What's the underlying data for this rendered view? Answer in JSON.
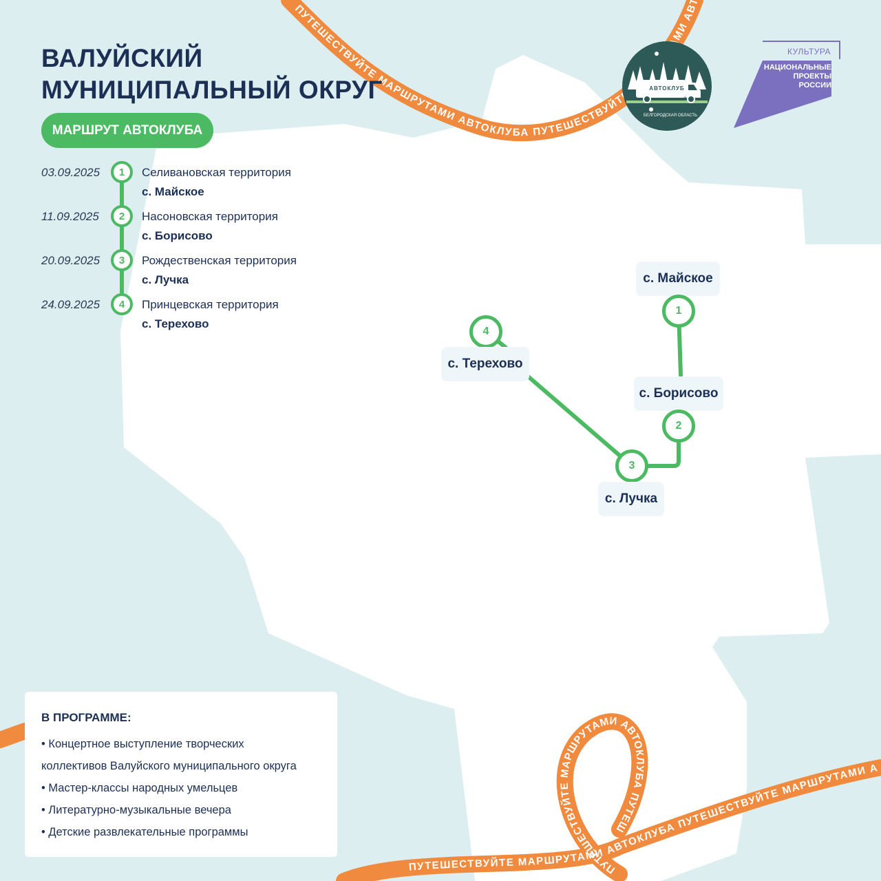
{
  "header": {
    "title_line1": "ВАЛУЙСКИЙ",
    "title_line2": "МУНИЦИПАЛЬНЫЙ ОКРУГ",
    "route_label": "МАРШРУТ АВТОКЛУБА"
  },
  "logos": {
    "autoclub_name": "АВТОКЛУБ",
    "autoclub_region": "БЕЛГОРОДСКАЯ ОБЛАСТЬ",
    "culture": "КУЛЬТУРА",
    "national_projects": "НАЦИОНАЛЬНЫЕ ПРОЕКТЫ РОССИИ"
  },
  "ribbon_text": "ПУТЕШЕСТВУЙТЕ МАРШРУТАМИ АВТОКЛУБА",
  "schedule": [
    {
      "num": "1",
      "date": "03.09.2025",
      "territory": "Селивановская территория",
      "village": "с. Майское"
    },
    {
      "num": "2",
      "date": "11.09.2025",
      "territory": "Насоновская территория",
      "village": "с. Борисово"
    },
    {
      "num": "3",
      "date": "20.09.2025",
      "territory": "Рождественская территория",
      "village": "с. Лучка"
    },
    {
      "num": "4",
      "date": "24.09.2025",
      "territory": "Принцевская территория",
      "village": "с. Терехово"
    }
  ],
  "map_stops": [
    {
      "num": "1",
      "label": "с. Майское"
    },
    {
      "num": "2",
      "label": "с. Борисово"
    },
    {
      "num": "3",
      "label": "с. Лучка"
    },
    {
      "num": "4",
      "label": "с. Терехово"
    }
  ],
  "program": {
    "title": "В ПРОГРАММЕ:",
    "items": [
      "• Концертное выступление творческих",
      "коллективов Валуйского муниципального округа",
      "• Мастер-классы народных умельцев",
      "• Литературно-музыкальные вечера",
      "• Детские развлекательные программы"
    ]
  },
  "colors": {
    "background": "#ddeef0",
    "land": "#ffffff",
    "accent_green": "#4cb963",
    "ribbon_orange": "#f08a3e",
    "text_navy": "#1c2f55",
    "brand_purple": "#7b6fc0"
  }
}
